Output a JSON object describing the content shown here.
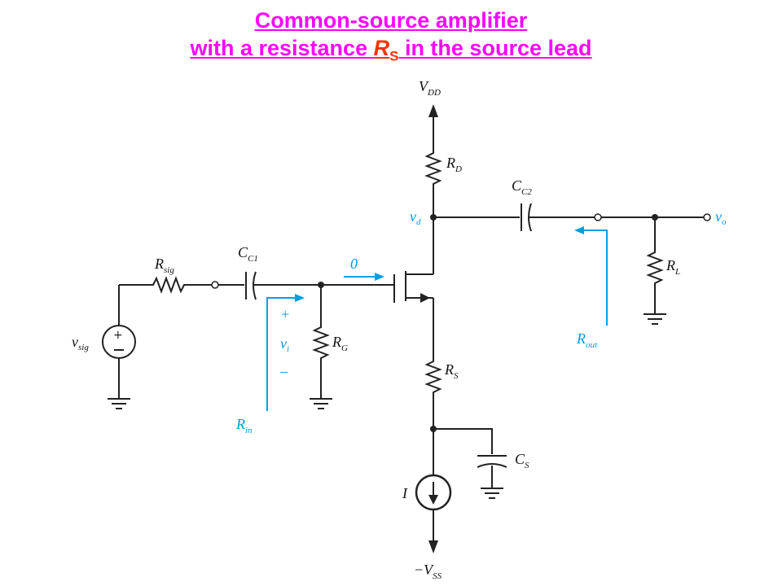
{
  "title": {
    "line1": "Common-source amplifier",
    "line2_before": "with a resistance ",
    "line2_symbol": "R",
    "line2_symbol_sub": "S",
    "line2_after": " in the source lead"
  },
  "labels": {
    "vdd": "V",
    "vdd_sub": "DD",
    "rd": "R",
    "rd_sub": "D",
    "cc2": "C",
    "cc2_sub": "C2",
    "vd": "v",
    "vd_sub": "d",
    "vo": "v",
    "vo_sub": "o",
    "rl": "R",
    "rl_sub": "L",
    "rout": "R",
    "rout_sub": "out",
    "rsig": "R",
    "rsig_sub": "sig",
    "cc1": "C",
    "cc1_sub": "C1",
    "zero": "0",
    "plus": "+",
    "vi": "v",
    "vi_sub": "i",
    "minus": "–",
    "rg": "R",
    "rg_sub": "G",
    "rs": "R",
    "rs_sub": "S",
    "rin": "R",
    "rin_sub": "in",
    "vsig": "v",
    "vsig_sub": "sig",
    "cs": "C",
    "cs_sub": "S",
    "i": "I",
    "vss_prefix": "−V",
    "vss_sub": "SS"
  },
  "colors": {
    "title": "#ff00ff",
    "title_symbol": "#ff3300",
    "annotation": "#00a0e0",
    "wire": "#222222"
  }
}
